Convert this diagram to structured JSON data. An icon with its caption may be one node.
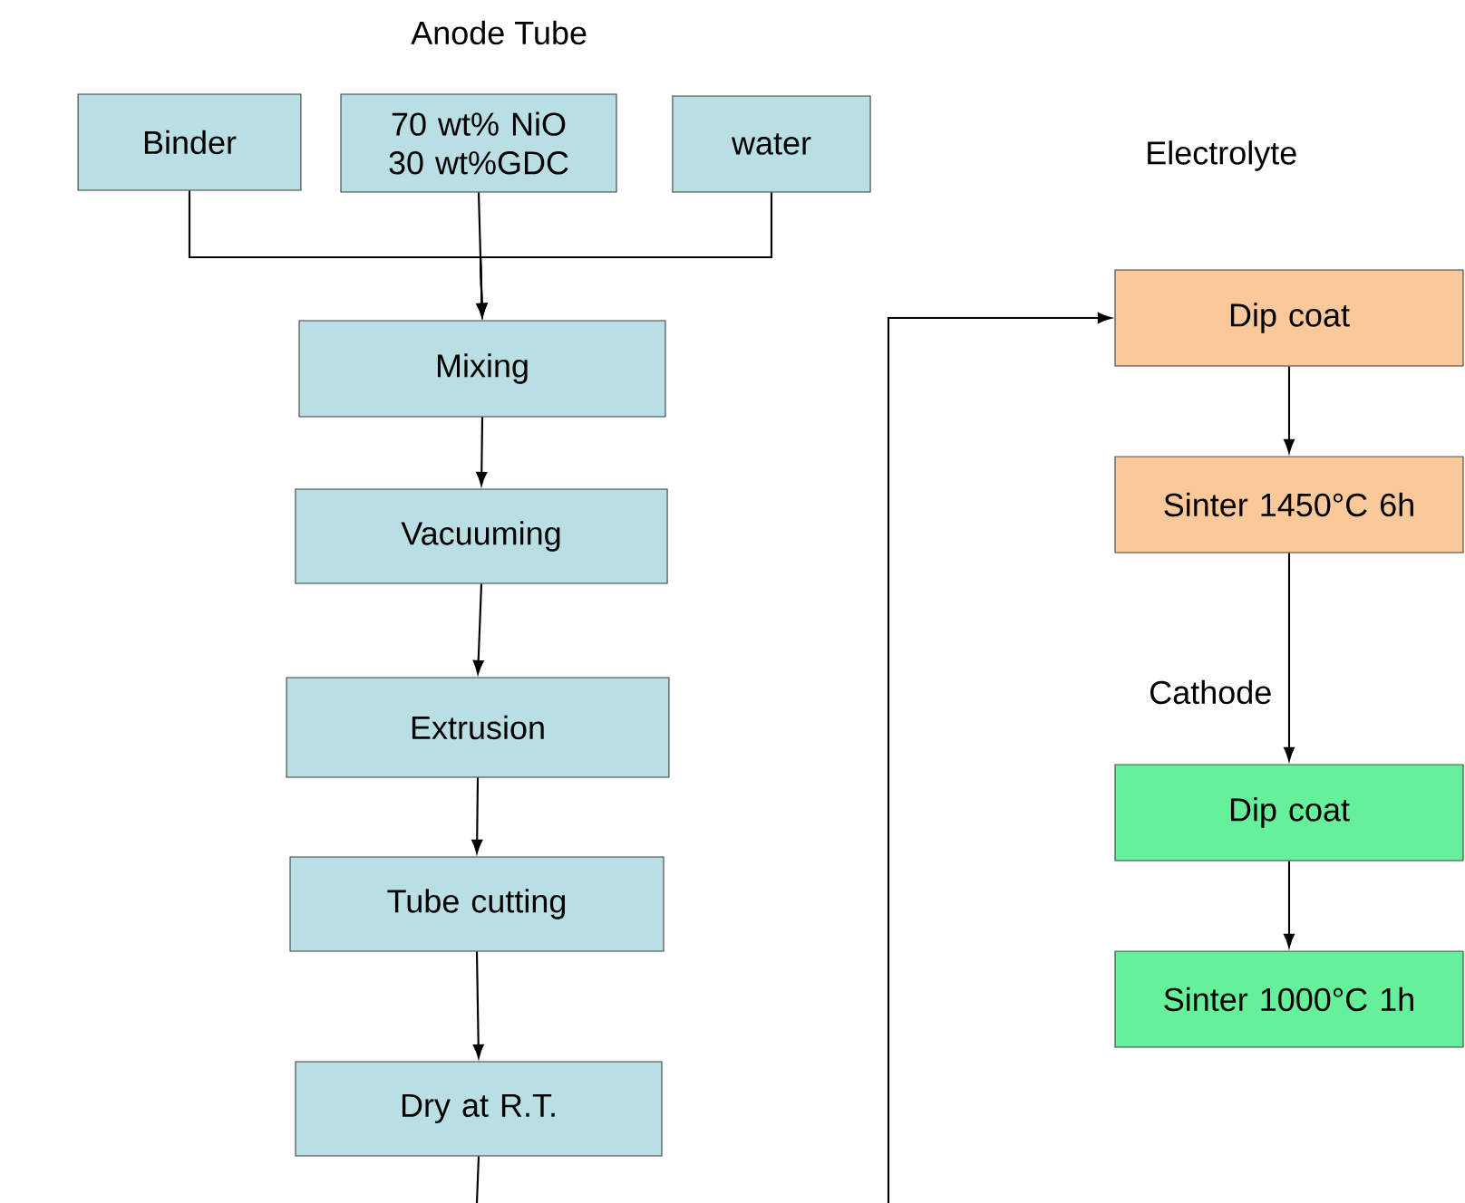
{
  "diagram": {
    "nodes": [
      {
        "text": [
          "Binder"
        ]
      },
      {
        "text": [
          "70 wt% NiO 30 wt%GDC"
        ]
      },
      {
        "text": [
          "water"
        ]
      },
      {
        "text": [
          "Mixing"
        ]
      },
      {
        "text": [
          "Vacuuming"
        ]
      },
      {
        "text": [
          "Extrusion"
        ]
      },
      {
        "text": [
          "Tube cutting"
        ]
      },
      {
        "text": [
          "Dry at R.T."
        ]
      },
      {
        "text": [
          "Dip coat"
        ]
      },
      {
        "text": [
          "Sinter  1450°C  6h"
        ]
      },
      {
        "text": [
          "Dip coat"
        ]
      },
      {
        "text": [
          "Sinter  1000°C  1h"
        ]
      }
    ],
    "edges": [
      {
        "from": 0,
        "to": 3,
        "arrow": "to"
      },
      {
        "from": 1,
        "to": 3,
        "arrow": "to"
      },
      {
        "from": 2,
        "to": 3,
        "arrow": "to"
      },
      {
        "from": 3,
        "to": 4,
        "arrow": "to"
      },
      {
        "from": 4,
        "to": 5,
        "arrow": "to"
      },
      {
        "from": 5,
        "to": 6,
        "arrow": "to"
      },
      {
        "from": 6,
        "to": 7,
        "arrow": "to"
      },
      {
        "from": 7,
        "to": null,
        "arrow": "none"
      },
      {
        "from": null,
        "to": 8,
        "arrow": "to"
      },
      {
        "from": 8,
        "to": 9,
        "arrow": "to"
      },
      {
        "from": 9,
        "to": 10,
        "arrow": "to"
      },
      {
        "from": 10,
        "to": 11,
        "arrow": "to"
      }
    ],
    "labels": [
      "Anode Tube",
      "Electrolyte",
      "Cathode"
    ]
  }
}
